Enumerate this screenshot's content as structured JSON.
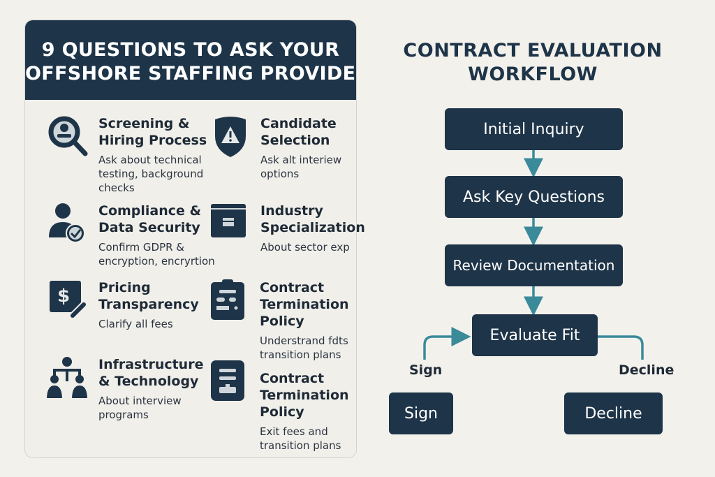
{
  "left_panel": {
    "title_lines": [
      "9 QUESTIONS TO ASK YOUR",
      "OFFSHORE STAFFING PROVIDER"
    ],
    "items": [
      {
        "title": "Screening & Hiring Process",
        "desc": "Ask about technical testing, background checks",
        "icon": "magnifier-user-icon"
      },
      {
        "title": "Candidate Selection",
        "desc": "Ask alt interiew options",
        "icon": "shield-warning-icon"
      },
      {
        "title": "Compliance & Data Security",
        "desc": "Confirm GDPR & encryption, encryrtion",
        "icon": "user-check-icon"
      },
      {
        "title": "Industry Specialization",
        "desc": "About sector exp",
        "icon": "briefcase-icon"
      },
      {
        "title": "Pricing Transparency",
        "desc": "Clarify all fees",
        "icon": "dollar-document-icon"
      },
      {
        "title": "Contract Termination Policy",
        "desc": "Understrand fdts transition plans",
        "icon": "clipboard-icon"
      },
      {
        "title": "Infrastructure & Technology",
        "desc": "About interview programs",
        "icon": "org-chart-icon"
      },
      {
        "title": "Contract Termination Policy",
        "desc": "Exit fees and transition plans",
        "icon": "document-icon"
      }
    ]
  },
  "workflow": {
    "title_lines": [
      "CONTRACT EVALUATION",
      "WORKFLOW"
    ],
    "steps": [
      "Initial Inquiry",
      "Ask Key Questions",
      "Review Documentation",
      "Evaluate Fit"
    ],
    "outcomes": [
      "Sign",
      "Decline"
    ],
    "branch_labels": [
      "Sign",
      "Decline"
    ]
  },
  "colors": {
    "navy": "#1e3448",
    "teal": "#3a8a9a",
    "background": "#f3f1ec"
  }
}
